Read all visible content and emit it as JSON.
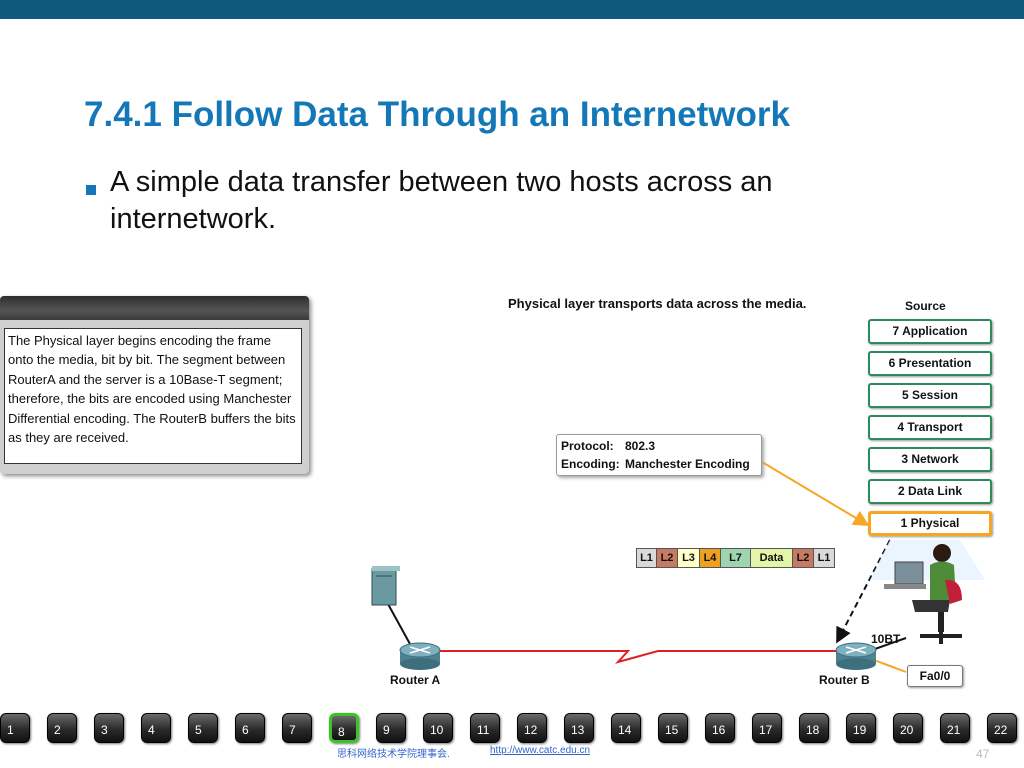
{
  "slide": {
    "title": "7.4.1 Follow Data Through an Internetwork",
    "bullet": "A simple data transfer between two hosts across an internetwork."
  },
  "info_panel": {
    "text": "The Physical layer begins encoding the frame onto the media, bit by bit. The segment between RouterA and the server is a 10Base-T segment; therefore, the bits are encoded using Manchester Differential encoding. The RouterB buffers the bits as they are received."
  },
  "diagram": {
    "caption": "Physical layer transports data across the media.",
    "source_label": "Source",
    "layers": [
      {
        "label": "7 Application",
        "active": false
      },
      {
        "label": "6 Presentation",
        "active": false
      },
      {
        "label": "5 Session",
        "active": false
      },
      {
        "label": "4 Transport",
        "active": false
      },
      {
        "label": "3 Network",
        "active": false
      },
      {
        "label": "2 Data Link",
        "active": false
      },
      {
        "label": "1 Physical",
        "active": true
      }
    ],
    "protocol_key": "Protocol:",
    "protocol_value": "802.3",
    "encoding_key": "Encoding:",
    "encoding_value": "Manchester Encoding",
    "frame": [
      {
        "label": "L1",
        "color": "#d9d9d9"
      },
      {
        "label": "L2",
        "color": "#c77a63"
      },
      {
        "label": "L3",
        "color": "#ffffcc"
      },
      {
        "label": "L4",
        "color": "#f0a020"
      },
      {
        "label": "L7",
        "color": "#9fd4b0"
      },
      {
        "label": "Data",
        "color": "#e3f5a6"
      },
      {
        "label": "L2",
        "color": "#c77a63"
      },
      {
        "label": "L1",
        "color": "#d9d9d9"
      }
    ],
    "router_a": "Router A",
    "router_b": "Router B",
    "iface_10bt": "10BT",
    "iface_fa": "Fa0/0"
  },
  "nav": {
    "pages": [
      "1",
      "2",
      "3",
      "4",
      "5",
      "6",
      "7",
      "8",
      "9",
      "10",
      "11",
      "12",
      "13",
      "14",
      "15",
      "16",
      "17",
      "18",
      "19",
      "20",
      "21",
      "22"
    ],
    "current": "8"
  },
  "footer": {
    "org": "思科网络技术学院理事会.",
    "url": "http://www.catc.edu.cn",
    "page_number": "47"
  },
  "colors": {
    "title": "#1478b8",
    "top_bar": "#0e5a7c",
    "serial_link": "#e02020",
    "callout_arrow": "#f5a623",
    "nav_current": "#3ec22b"
  }
}
